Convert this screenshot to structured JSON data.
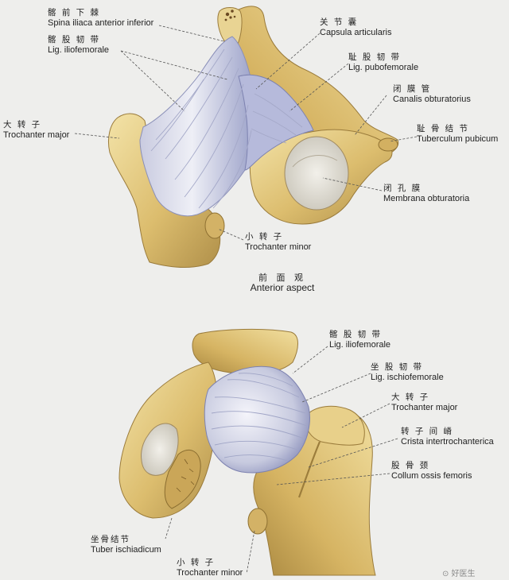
{
  "anterior": {
    "caption": {
      "cn": "前 面 观",
      "latin": "Anterior aspect"
    },
    "labels": {
      "spina_iliaca": {
        "cn": "髂 前 下 棘",
        "latin": "Spina iliaca anterior inferior"
      },
      "lig_iliofemorale": {
        "cn": "髂 股 韧 带",
        "latin": "Lig. iliofemorale"
      },
      "trochanter_major": {
        "cn": "大 转 子",
        "latin": "Trochanter major"
      },
      "capsula": {
        "cn": "关 节 囊",
        "latin": "Capsula articularis"
      },
      "lig_pubofemorale": {
        "cn": "耻 股 韧 带",
        "latin": "Lig. pubofemorale"
      },
      "canalis": {
        "cn": "闭 膜 管",
        "latin": "Canalis obturatorius"
      },
      "tuberculum": {
        "cn": "耻 骨 结 节",
        "latin": "Tuberculum pubicum"
      },
      "membrana": {
        "cn": "闭 孔 膜",
        "latin": "Membrana obturatoria"
      },
      "trochanter_minor": {
        "cn": "小 转 子",
        "latin": "Trochanter minor"
      }
    }
  },
  "posterior": {
    "labels": {
      "lig_iliofemorale": {
        "cn": "髂 股 韧 带",
        "latin": "Lig. iliofemorale"
      },
      "lig_ischiofemorale": {
        "cn": "坐 股 韧 带",
        "latin": "Lig. ischiofemorale"
      },
      "trochanter_major": {
        "cn": "大 转 子",
        "latin": "Trochanter major"
      },
      "crista": {
        "cn": "转 子 间 嵴",
        "latin": "Crista intertrochanterica"
      },
      "collum": {
        "cn": "股 骨 颈",
        "latin": "Collum ossis femoris"
      },
      "tuber": {
        "cn": "坐骨结节",
        "latin": "Tuber ischiadicum"
      },
      "trochanter_minor": {
        "cn": "小 转 子",
        "latin": "Trochanter minor"
      }
    }
  },
  "watermark": "⊙ 好医生",
  "colors": {
    "bone": "#d9b96a",
    "bone_light": "#f2e2a6",
    "bone_shadow": "#a98a45",
    "ligament": "#dcdde9",
    "ligament_shadow": "#8e93bf",
    "background": "#eeeeec",
    "leader": "#555555"
  }
}
